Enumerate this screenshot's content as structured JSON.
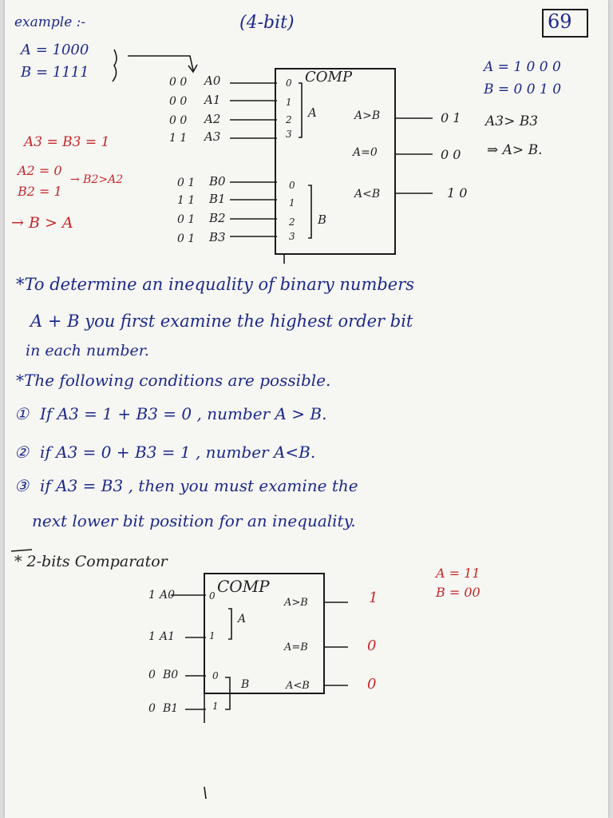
{
  "header": {
    "example_label": "example :-",
    "title": "(4-bit)",
    "page_number": "69",
    "input_a": "A = 1000",
    "input_b": "B = 1111"
  },
  "notes_left": {
    "line1": "A3 = B3 = 1",
    "line2": "A2 = 0",
    "line3": "B2 = 1",
    "arrow_note": "→ B2>A2",
    "result": "→ B > A"
  },
  "comp4": {
    "label": "COMP",
    "input_a_pins": [
      {
        "bits": "0 0",
        "name": "A0"
      },
      {
        "bits": "0 0",
        "name": "A1"
      },
      {
        "bits": "0 0",
        "name": "A2"
      },
      {
        "bits": "1 1",
        "name": "A3"
      }
    ],
    "input_b_pins": [
      {
        "bits": "0 1",
        "name": "B0"
      },
      {
        "bits": "1 1",
        "name": "B1"
      },
      {
        "bits": "0 1",
        "name": "B2"
      },
      {
        "bits": "0 1",
        "name": "B3"
      }
    ],
    "a_index": [
      "0",
      "1",
      "2",
      "3"
    ],
    "b_index": [
      "0",
      "1",
      "2",
      "3"
    ],
    "a_group": "A",
    "b_group": "B",
    "outputs": [
      {
        "name": "A>B",
        "value": "0 1",
        "note": "A3> B3"
      },
      {
        "name": "A=0",
        "value": "0 0",
        "note": "⇒ A> B."
      },
      {
        "name": "A<B",
        "value": "1 0",
        "note": ""
      }
    ]
  },
  "right_example": {
    "a": "A = 1 0 0 0",
    "b": "B = 0 0 1 0"
  },
  "body": {
    "line1": "*To determine an inequality of binary numbers",
    "line2": "A + B you first examine the highest order bit",
    "line3": "in each number.",
    "line4": "*The following conditions are possible.",
    "cond1": "If A3 = 1 + B3 = 0 , number A > B.",
    "cond2": "if A3 = 0 + B3 = 1 , number A<B.",
    "cond3a": "if A3 = B3 , then you must examine the",
    "cond3b": "next lower bit position for an inequality.",
    "cond_nums": [
      "①",
      "②",
      "③"
    ]
  },
  "comp2": {
    "heading": "* 2-bits Comparator",
    "label": "COMP",
    "pins": [
      {
        "bit": "1",
        "name": "A0"
      },
      {
        "bit": "1",
        "name": "A1"
      },
      {
        "bit": "0",
        "name": "B0"
      },
      {
        "bit": "0",
        "name": "B1"
      }
    ],
    "a_group": "A",
    "b_group": "B",
    "a_index": [
      "0",
      "1"
    ],
    "b_index": [
      "0",
      "1"
    ],
    "outputs": [
      {
        "name": "A>B",
        "value": "1"
      },
      {
        "name": "A=B",
        "value": "0"
      },
      {
        "name": "A<B",
        "value": "0"
      }
    ],
    "example_a": "A = 11",
    "example_b": "B = 00"
  }
}
